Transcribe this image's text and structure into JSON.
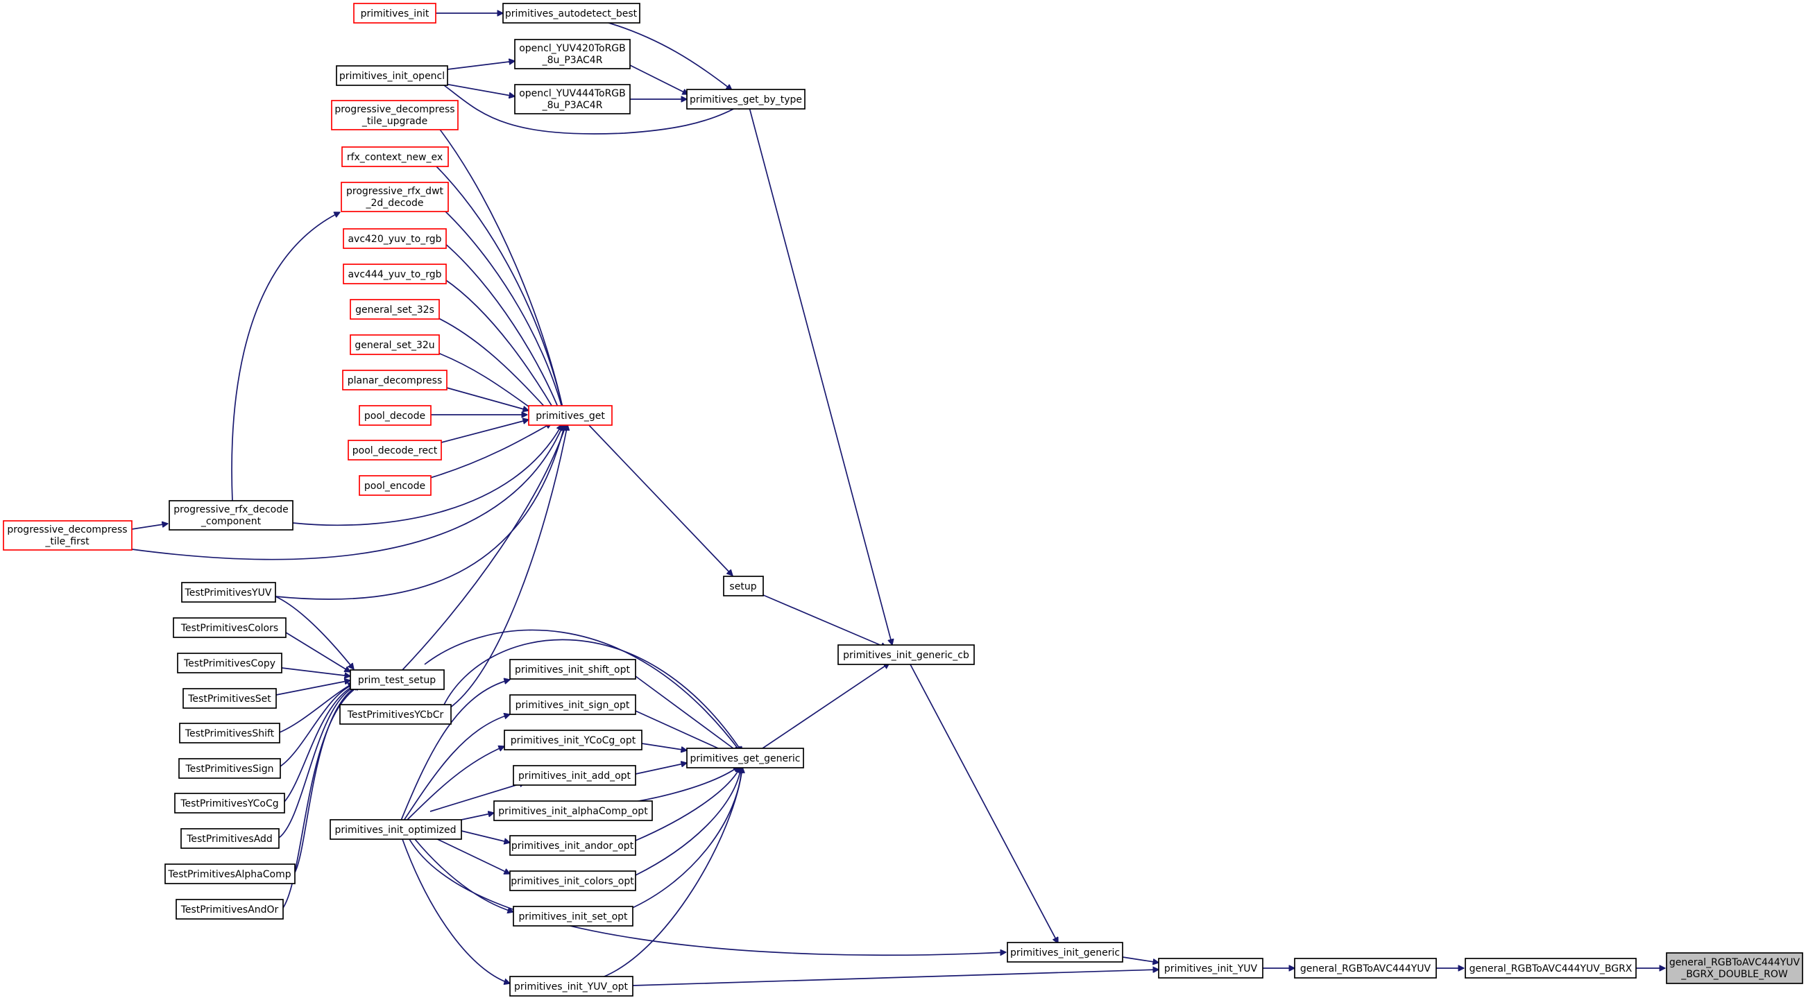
{
  "nodes": {
    "primitives_init": "primitives_init",
    "primitives_autodetect_best": "primitives_autodetect_best",
    "primitives_init_opencl": "primitives_init_opencl",
    "opencl_yuv420": [
      "opencl_YUV420ToRGB",
      "_8u_P3AC4R"
    ],
    "opencl_yuv444": [
      "opencl_YUV444ToRGB",
      "_8u_P3AC4R"
    ],
    "primitives_get_by_type": "primitives_get_by_type",
    "progressive_decompress_tile_upgrade": [
      "progressive_decompress",
      "_tile_upgrade"
    ],
    "rfx_context_new_ex": "rfx_context_new_ex",
    "progressive_rfx_dwt_2d_decode": [
      "progressive_rfx_dwt",
      "_2d_decode"
    ],
    "avc420_yuv_to_rgb": "avc420_yuv_to_rgb",
    "avc444_yuv_to_rgb": "avc444_yuv_to_rgb",
    "general_set_32s": "general_set_32s",
    "general_set_32u": "general_set_32u",
    "planar_decompress": "planar_decompress",
    "pool_decode": "pool_decode",
    "pool_decode_rect": "pool_decode_rect",
    "pool_encode": "pool_encode",
    "primitives_get": "primitives_get",
    "progressive_rfx_decode_component": [
      "progressive_rfx_decode",
      "_component"
    ],
    "progressive_decompress_tile_first": [
      "progressive_decompress",
      "_tile_first"
    ],
    "setup": "setup",
    "primitives_init_generic_cb": "primitives_init_generic_cb",
    "TestPrimitivesYUV": "TestPrimitivesYUV",
    "TestPrimitivesColors": "TestPrimitivesColors",
    "TestPrimitivesCopy": "TestPrimitivesCopy",
    "TestPrimitivesSet": "TestPrimitivesSet",
    "TestPrimitivesShift": "TestPrimitivesShift",
    "TestPrimitivesSign": "TestPrimitivesSign",
    "TestPrimitivesYCoCg": "TestPrimitivesYCoCg",
    "TestPrimitivesAdd": "TestPrimitivesAdd",
    "TestPrimitivesAlphaComp": "TestPrimitivesAlphaComp",
    "TestPrimitivesAndOr": "TestPrimitivesAndOr",
    "prim_test_setup": "prim_test_setup",
    "TestPrimitivesYCbCr": "TestPrimitivesYCbCr",
    "primitives_init_shift_opt": "primitives_init_shift_opt",
    "primitives_init_sign_opt": "primitives_init_sign_opt",
    "primitives_init_YCoCg_opt": "primitives_init_YCoCg_opt",
    "primitives_init_add_opt": "primitives_init_add_opt",
    "primitives_init_alphaComp_opt": "primitives_init_alphaComp_opt",
    "primitives_init_andor_opt": "primitives_init_andor_opt",
    "primitives_init_colors_opt": "primitives_init_colors_opt",
    "primitives_init_set_opt": "primitives_init_set_opt",
    "primitives_init_YUV_opt": "primitives_init_YUV_opt",
    "primitives_get_generic": "primitives_get_generic",
    "primitives_init_optimized": "primitives_init_optimized",
    "primitives_init_generic": "primitives_init_generic",
    "primitives_init_YUV": "primitives_init_YUV",
    "general_RGBToAVC444YUV": "general_RGBToAVC444YUV",
    "general_RGBToAVC444YUV_BGRX": "general_RGBToAVC444YUV_BGRX",
    "general_RGBToAVC444YUV_BGRX_DOUBLE_ROW": [
      "general_RGBToAVC444YUV",
      "_BGRX_DOUBLE_ROW"
    ]
  },
  "colors": {
    "edge": "#191970",
    "node_border_default": "#000000",
    "node_border_link": "#ff0000",
    "node_fill_focus": "#bfbfbf"
  }
}
